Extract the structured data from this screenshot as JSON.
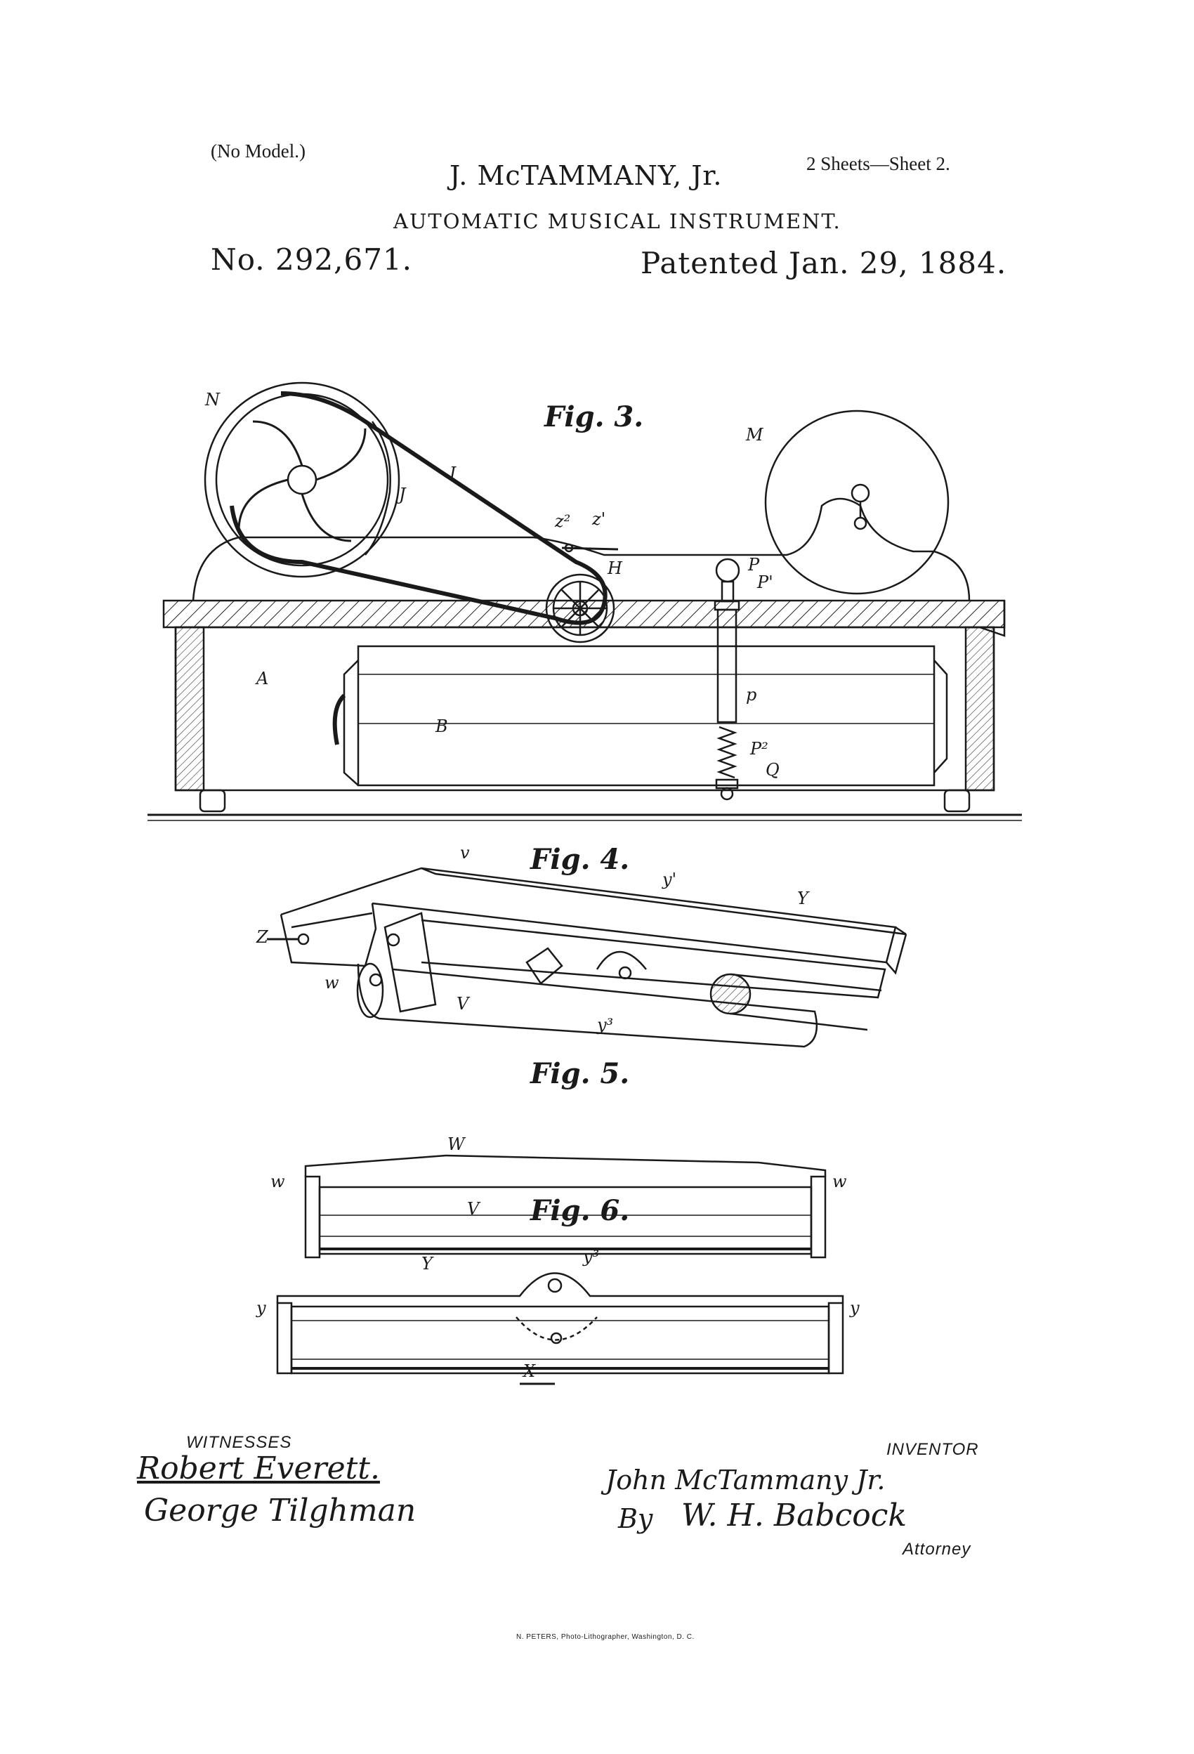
{
  "header": {
    "no_model": "(No Model.)",
    "inventor_name": "J. McTAMMANY, Jr.",
    "sheets": "2 Sheets—Sheet 2.",
    "title": "AUTOMATIC MUSICAL INSTRUMENT.",
    "patent_number": "No. 292,671.",
    "patented_date": "Patented Jan. 29, 1884."
  },
  "figures": {
    "fig3": {
      "label": "Fig. 3.",
      "refs": {
        "N": "N",
        "M": "M",
        "I": "I",
        "J": "J",
        "H": "H",
        "z2": "z²",
        "z1": "z'",
        "P": "P",
        "P1": "P'",
        "p": "p",
        "P2": "P²",
        "Q": "Q",
        "A": "A",
        "B": "B"
      }
    },
    "fig4": {
      "label": "Fig. 4.",
      "refs": {
        "v_top": "v",
        "y1": "y'",
        "Y": "Y",
        "Z": "Z",
        "w": "w",
        "V": "V",
        "y3": "y³"
      }
    },
    "fig5": {
      "label": "Fig. 5.",
      "refs": {
        "W": "W",
        "w_left": "w",
        "w_right": "w",
        "V": "V"
      }
    },
    "fig6": {
      "label": "Fig. 6.",
      "refs": {
        "Y": "Y",
        "y3": "y³",
        "y_left": "y",
        "y_right": "y",
        "X": "X"
      }
    }
  },
  "footer": {
    "witnesses_label": "WITNESSES",
    "witness_1": "Robert Everett.",
    "witness_2": "George Tilghman",
    "inventor_label": "INVENTOR",
    "inventor_signature": "John McTammany Jr.",
    "by_label": "By",
    "attorney_signature": "W. H. Babcock",
    "attorney_label": "Attorney",
    "printer": "N. PETERS, Photo-Lithographer, Washington, D. C."
  }
}
